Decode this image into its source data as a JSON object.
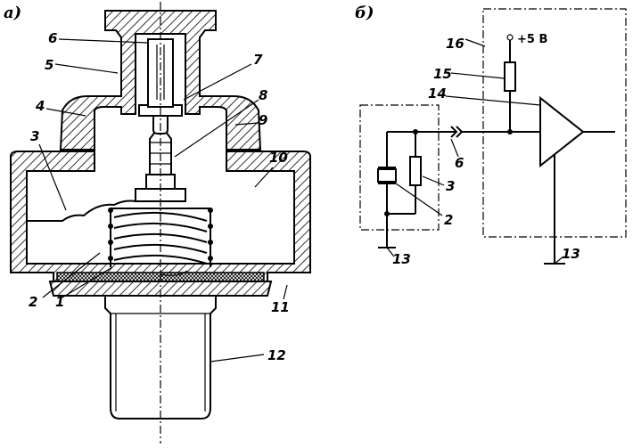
{
  "panel_a": {
    "heading": "а)",
    "callouts": [
      "1",
      "2",
      "3",
      "4",
      "5",
      "6",
      "7",
      "8",
      "9",
      "10",
      "11",
      "12"
    ]
  },
  "panel_b": {
    "heading": "б)",
    "supply": "+5 В",
    "callouts": [
      "2",
      "3",
      "6",
      "13",
      "13",
      "14",
      "15",
      "16"
    ]
  }
}
